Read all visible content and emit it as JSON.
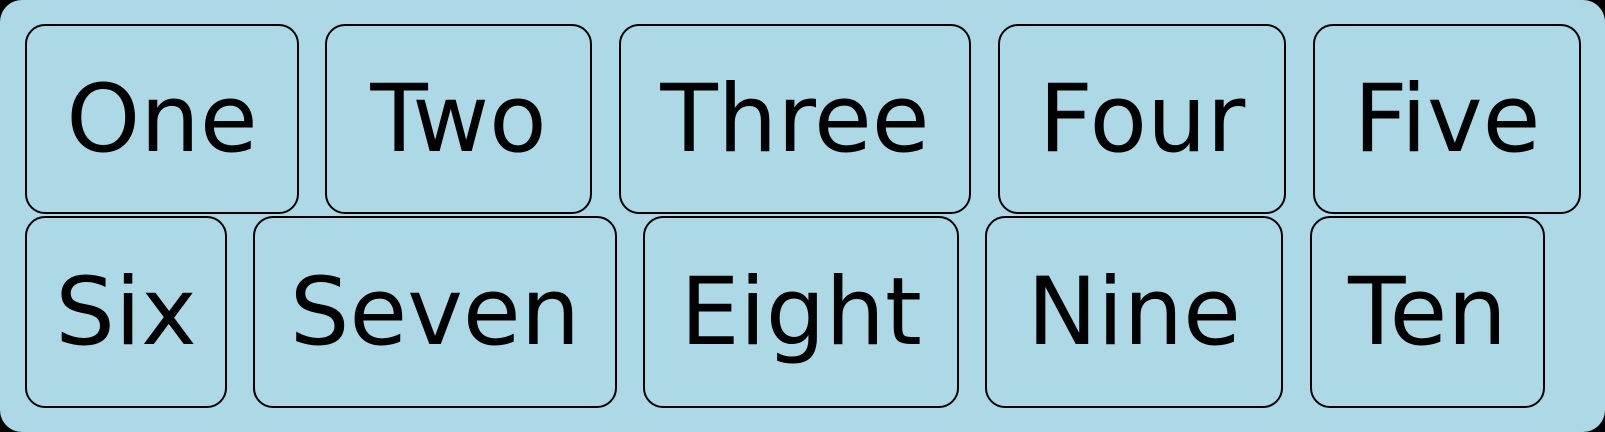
{
  "colors": {
    "background": "#add8e6",
    "border": "#000000",
    "text": "#000000"
  },
  "tiles": [
    {
      "label": "One"
    },
    {
      "label": "Two"
    },
    {
      "label": "Three"
    },
    {
      "label": "Four"
    },
    {
      "label": "Five"
    },
    {
      "label": "Six"
    },
    {
      "label": "Seven"
    },
    {
      "label": "Eight"
    },
    {
      "label": "Nine"
    },
    {
      "label": "Ten"
    }
  ]
}
